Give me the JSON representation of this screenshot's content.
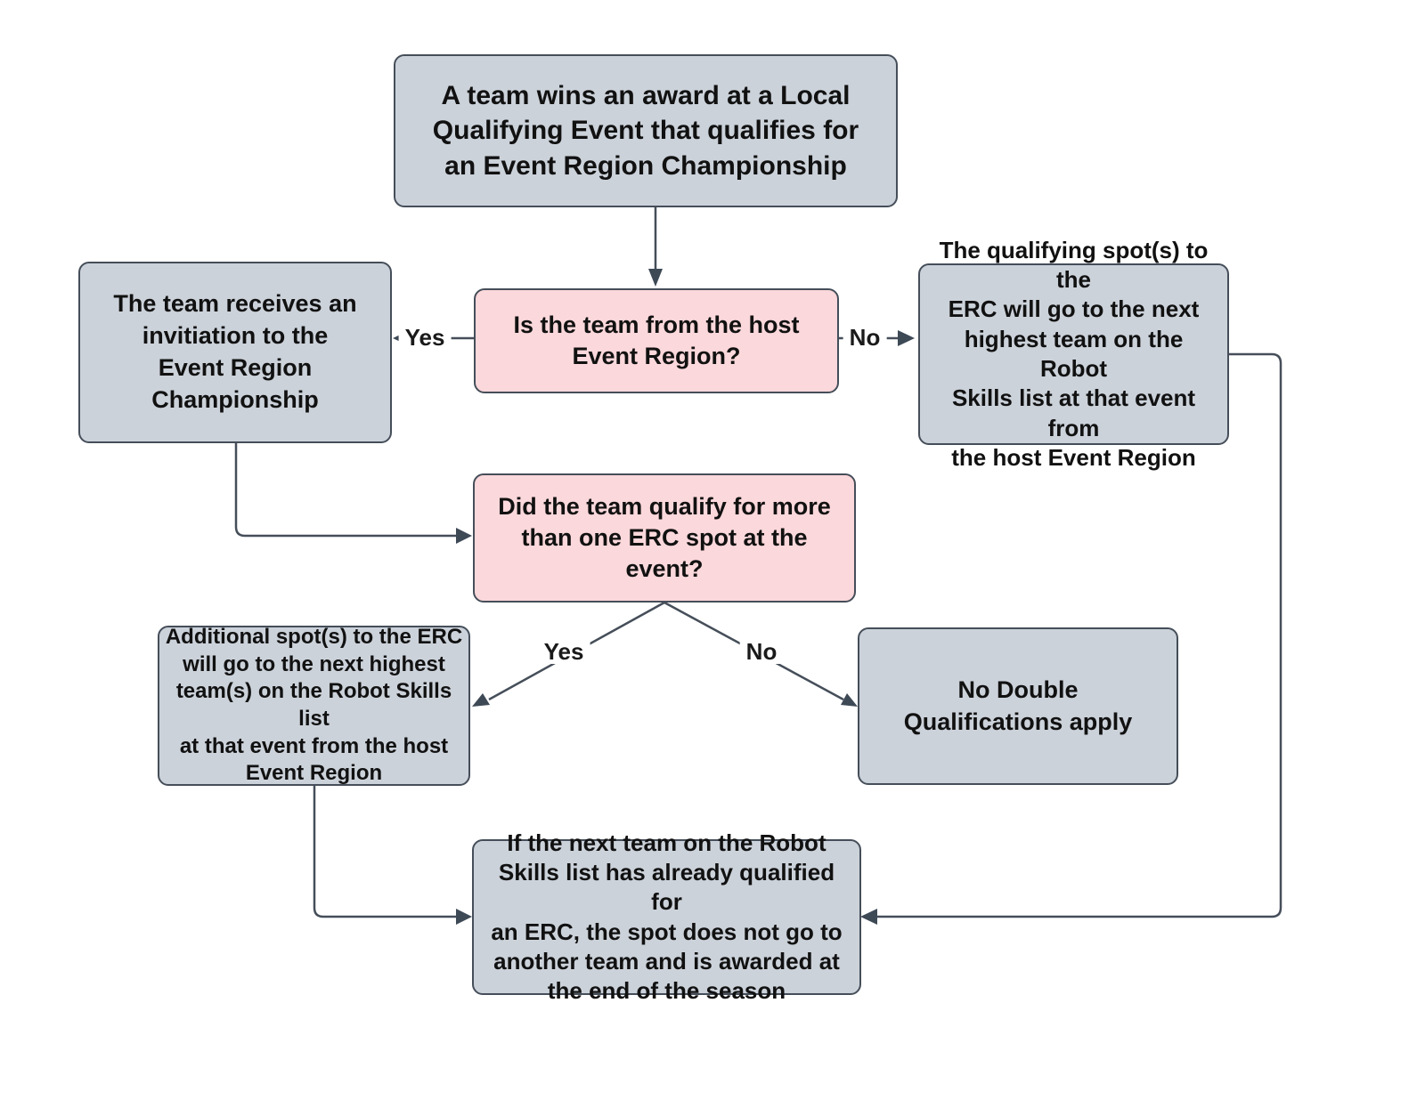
{
  "diagram": {
    "type": "flowchart",
    "background": "#ffffff",
    "colors": {
      "process_fill": "#ccd2da",
      "decision_fill": "#fbd8db",
      "border": "#454e59",
      "connector": "#454e59",
      "arrowhead": "#3e4956",
      "text": "#111111"
    },
    "nodes": {
      "start": {
        "type": "process",
        "text": "A team wins an award at a Local\nQualifying Event that qualifies for\nan Event Region Championship"
      },
      "host_decision": {
        "type": "decision",
        "text": "Is the team from the host\nEvent Region?"
      },
      "invitation": {
        "type": "process",
        "text": "The team receives an\ninvitiation to the\nEvent Region\nChampionship"
      },
      "qualifying_spot": {
        "type": "process",
        "text": "The qualifying spot(s) to the\nERC will go to the next\nhighest team on the Robot\nSkills list at that event from\nthe host Event Region"
      },
      "more_decision": {
        "type": "decision",
        "text": "Did the team qualify for more\nthan one ERC spot at the event?"
      },
      "additional_spots": {
        "type": "process",
        "text": "Additional spot(s) to the ERC\nwill go to the next highest\nteam(s) on the Robot Skills list\nat that event from the host\nEvent Region"
      },
      "no_double": {
        "type": "process",
        "text": "No Double\nQualifications apply"
      },
      "season_award": {
        "type": "process",
        "text": "If the next team on the Robot\nSkills list has already qualified for\nan ERC, the spot does not go to\nanother team and is awarded at\nthe end of the season"
      }
    },
    "edge_labels": {
      "host_yes": "Yes",
      "host_no": "No",
      "more_yes": "Yes",
      "more_no": "No"
    }
  }
}
